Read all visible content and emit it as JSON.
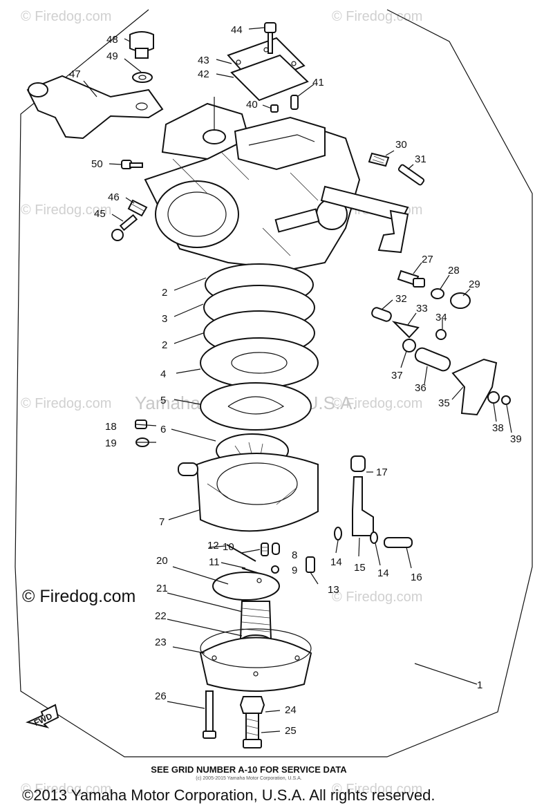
{
  "watermarks": {
    "firedog": "© Firedog.com",
    "yamaha_corp": "Yamaha Motor Corp, U.S.A."
  },
  "callouts": [
    "1",
    "2",
    "2",
    "3",
    "4",
    "5",
    "6",
    "7",
    "8",
    "9",
    "10",
    "11",
    "12",
    "13",
    "14",
    "14",
    "15",
    "16",
    "17",
    "18",
    "19",
    "20",
    "21",
    "22",
    "23",
    "24",
    "25",
    "26",
    "27",
    "28",
    "29",
    "30",
    "31",
    "32",
    "33",
    "34",
    "35",
    "36",
    "37",
    "38",
    "39",
    "40",
    "41",
    "42",
    "43",
    "44",
    "45",
    "46",
    "47",
    "48",
    "49",
    "50"
  ],
  "fwd_label": "FWD",
  "firedog_label": "© Firedog.com",
  "footer": {
    "service_note": "SEE GRID NUMBER A-10 FOR SERVICE DATA",
    "small_copyright": "(c) 2005-2015 Yamaha Motor Corporation, U.S.A.",
    "copyright": "©2013 Yamaha Motor Corporation, U.S.A. All rights reserved."
  }
}
